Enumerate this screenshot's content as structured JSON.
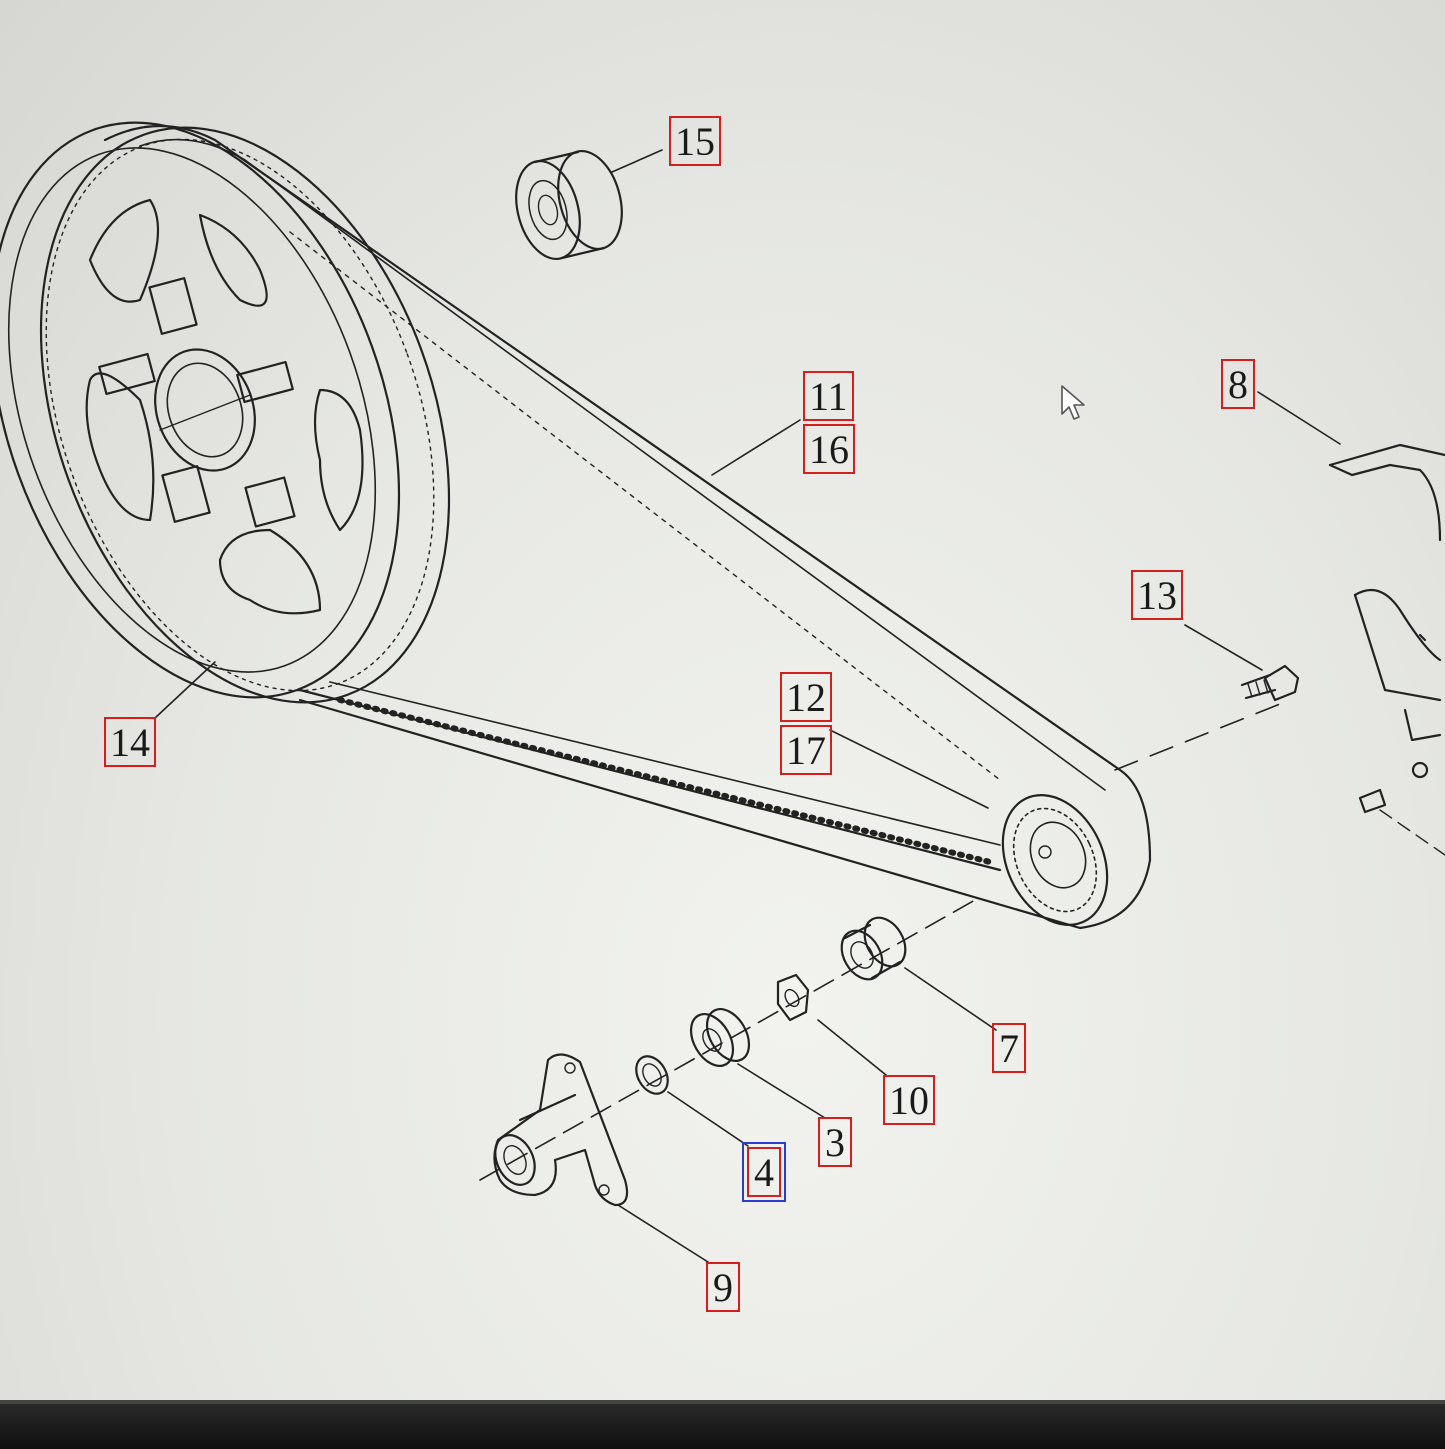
{
  "callouts": [
    {
      "id": "c15",
      "label": "15"
    },
    {
      "id": "c11",
      "label": "11"
    },
    {
      "id": "c16",
      "label": "16"
    },
    {
      "id": "c8",
      "label": "8"
    },
    {
      "id": "c13",
      "label": "13"
    },
    {
      "id": "c14",
      "label": "14"
    },
    {
      "id": "c12",
      "label": "12"
    },
    {
      "id": "c17",
      "label": "17"
    },
    {
      "id": "c7",
      "label": "7"
    },
    {
      "id": "c10",
      "label": "10"
    },
    {
      "id": "c3",
      "label": "3"
    },
    {
      "id": "c4",
      "label": "4",
      "selected": true
    },
    {
      "id": "c9",
      "label": "9"
    }
  ],
  "colors": {
    "callout_border": "#d41f1f",
    "selection_border": "#2b3ccf",
    "line_art": "#222222"
  },
  "icons": {
    "cursor": "mouse-pointer-arrow-icon"
  }
}
